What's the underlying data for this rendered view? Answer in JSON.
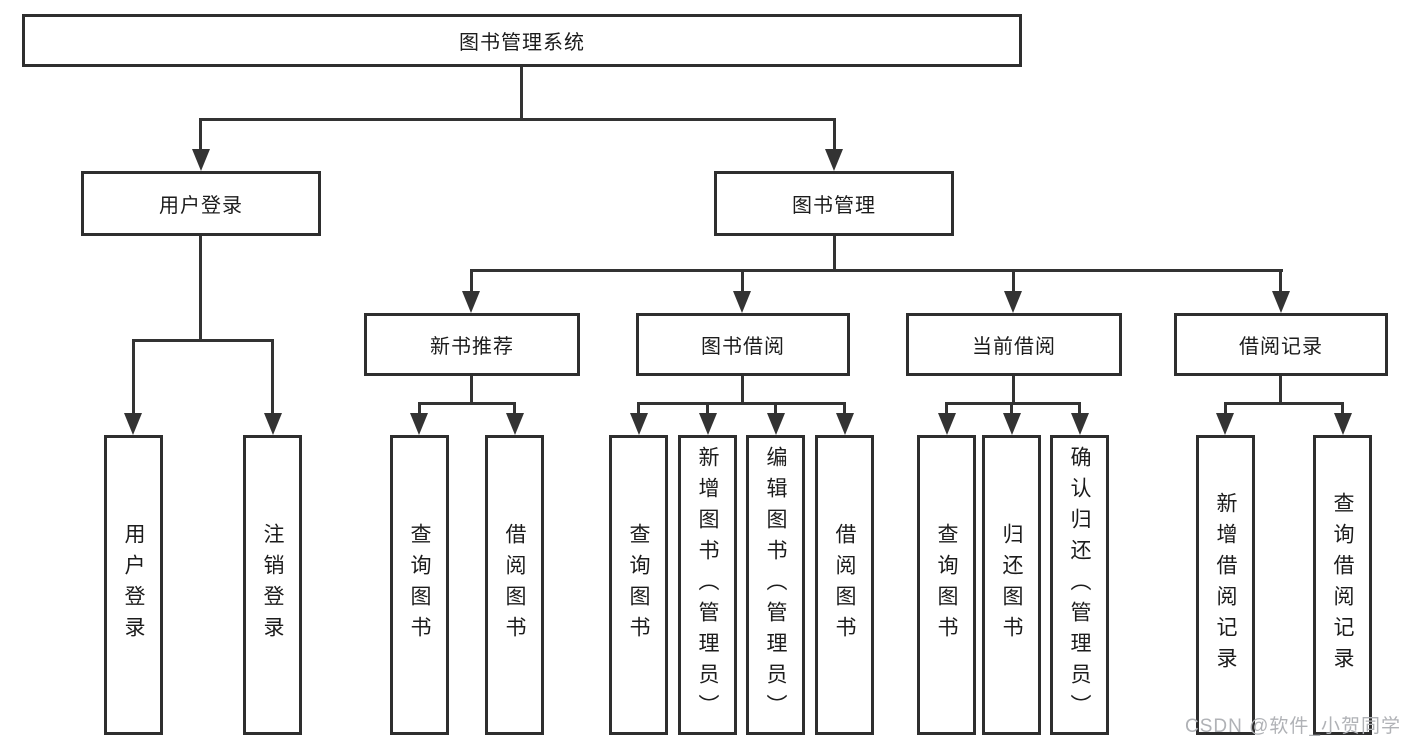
{
  "diagram": {
    "root": {
      "label": "图书管理系统"
    },
    "level2": {
      "user_login": {
        "label": "用户登录"
      },
      "book_mgmt": {
        "label": "图书管理"
      }
    },
    "level3": {
      "new_book_rec": {
        "label": "新书推荐"
      },
      "book_borrow": {
        "label": "图书借阅"
      },
      "current_borrow": {
        "label": "当前借阅"
      },
      "borrow_records": {
        "label": "借阅记录"
      }
    },
    "leaves": {
      "user_login": {
        "label": "用户登录"
      },
      "logout": {
        "label": "注销登录"
      },
      "nbr_query_books": {
        "label": "查询图书"
      },
      "nbr_borrow_books": {
        "label": "借阅图书"
      },
      "bb_query_books": {
        "label": "查询图书"
      },
      "bb_add_books": {
        "label": "新增图书（管理员）"
      },
      "bb_edit_books": {
        "label": "编辑图书（管理员）"
      },
      "bb_borrow_books": {
        "label": "借阅图书"
      },
      "cb_query_books": {
        "label": "查询图书"
      },
      "cb_return_books": {
        "label": "归还图书"
      },
      "cb_confirm_return": {
        "label": "确认归还（管理员）"
      },
      "br_add_record": {
        "label": "新增借阅记录"
      },
      "br_query_record": {
        "label": "查询借阅记录"
      }
    },
    "watermark": "CSDN @软件_小贺同学",
    "colors": {
      "line": "#333333",
      "text": "#1c1c1c",
      "watermark": "#b0b2b6",
      "background": "#ffffff"
    }
  }
}
